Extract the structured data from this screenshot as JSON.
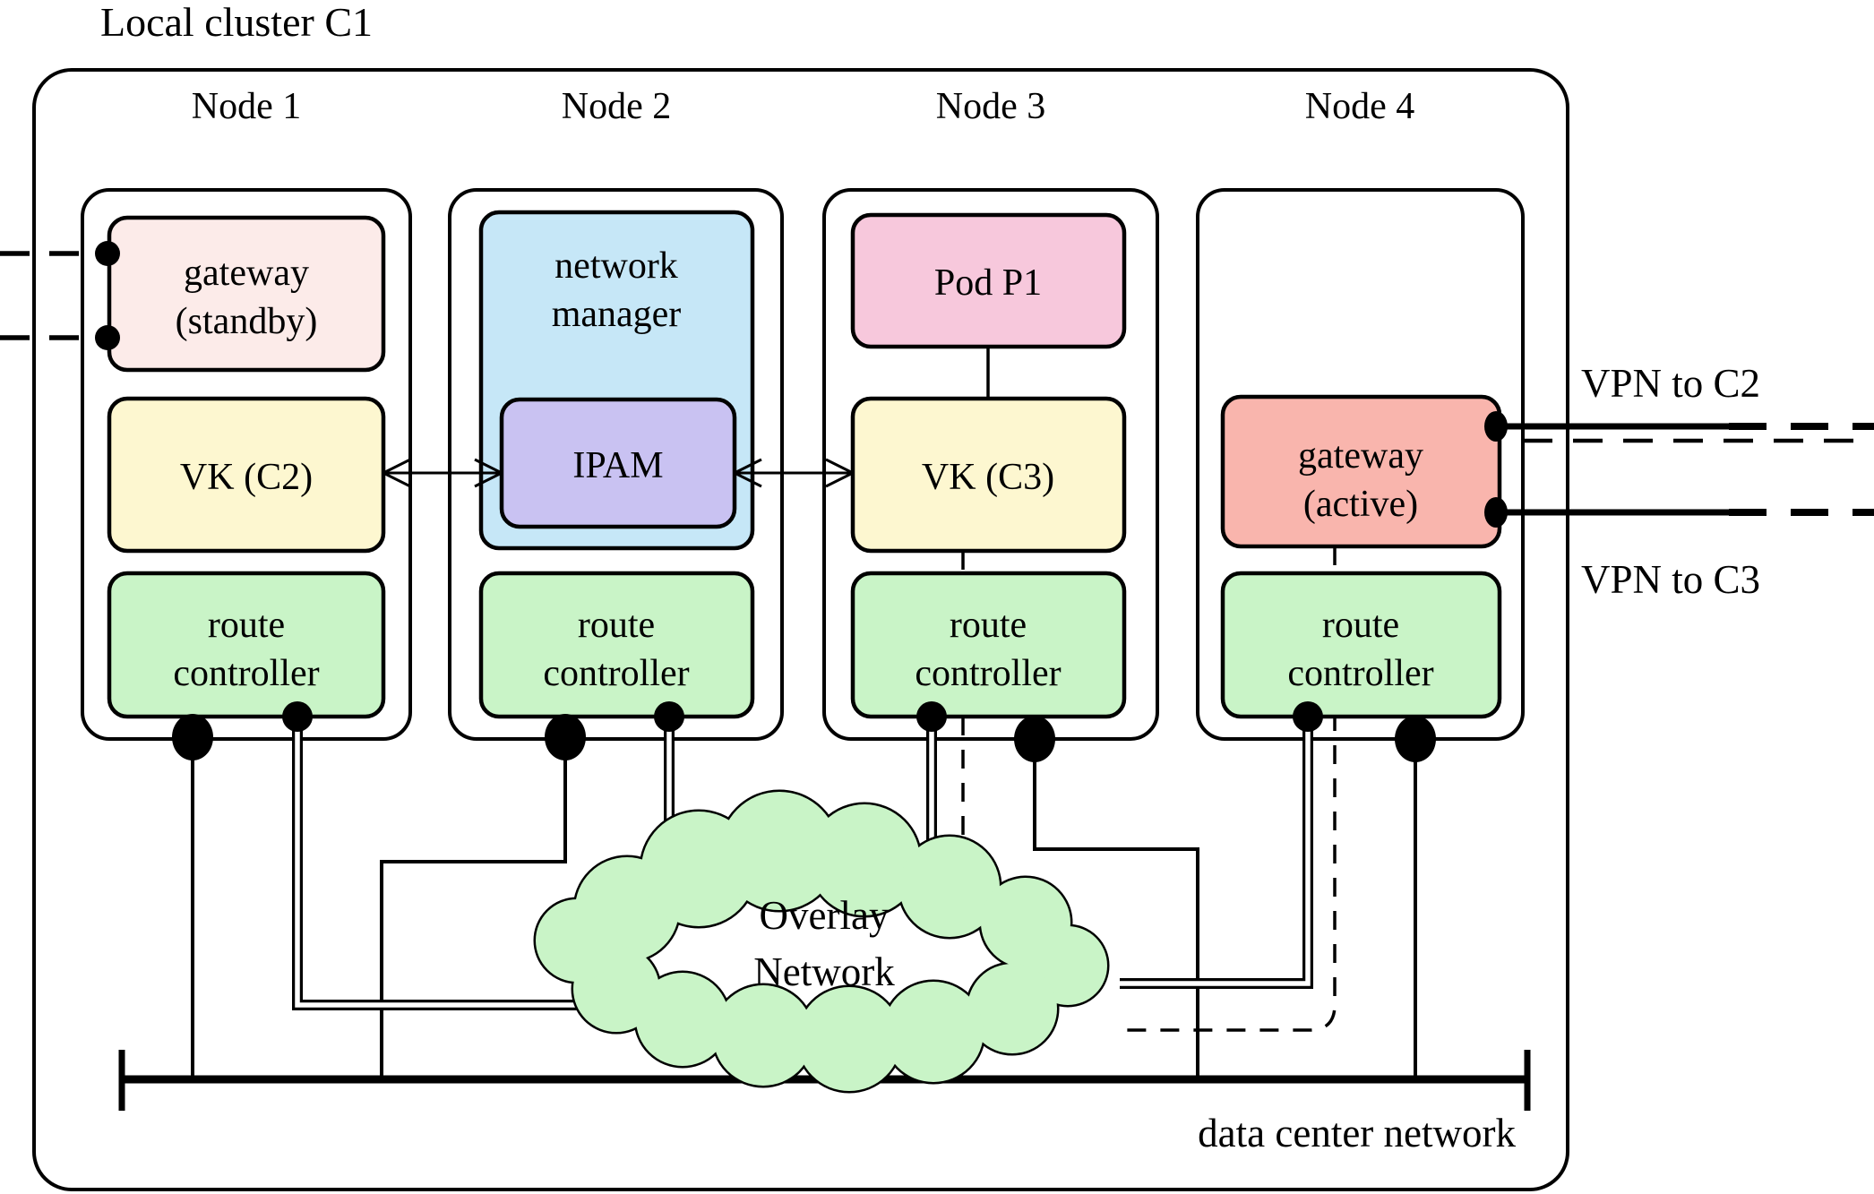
{
  "title": "Local cluster C1",
  "nodes": [
    {
      "label": "Node 1"
    },
    {
      "label": "Node 2"
    },
    {
      "label": "Node 3"
    },
    {
      "label": "Node 4"
    }
  ],
  "components": {
    "gateway_standby": {
      "line1": "gateway",
      "line2": "(standby)"
    },
    "vk_c2": {
      "label": "VK (C2)"
    },
    "network_manager": {
      "line1": "network",
      "line2": "manager"
    },
    "ipam": {
      "label": "IPAM"
    },
    "pod_p1": {
      "label": "Pod P1"
    },
    "vk_c3": {
      "label": "VK (C3)"
    },
    "gateway_active": {
      "line1": "gateway",
      "line2": "(active)"
    },
    "route_controller": {
      "line1": "route",
      "line2": "controller"
    }
  },
  "overlay_network": {
    "line1": "Overlay",
    "line2": "Network"
  },
  "labels": {
    "vpn_to_c2": "VPN to C2",
    "vpn_to_c3": "VPN to C3",
    "data_center_network": "data center network"
  },
  "colors": {
    "gateway_standby": "#fcebe9",
    "vk": "#fdf7d0",
    "route_controller": "#c9f4c7",
    "network_manager": "#c6e7f7",
    "ipam": "#c9c2f2",
    "pod": "#f7c8dc",
    "gateway_active": "#f9b5ad",
    "overlay_cloud": "#c9f4c7",
    "line": "#000000"
  }
}
